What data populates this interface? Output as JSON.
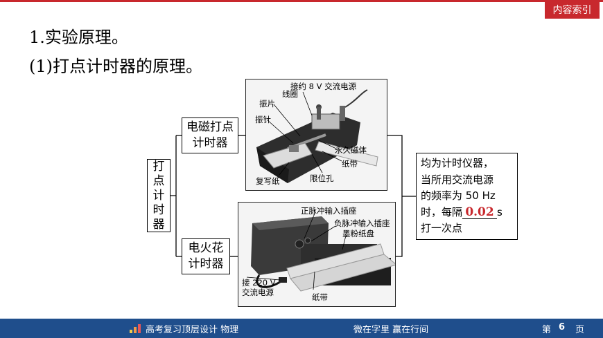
{
  "header": {
    "index_label": "内容索引"
  },
  "titles": {
    "principle": "1.实验原理。",
    "sub": "(1)打点计时器的原理。"
  },
  "tree": {
    "root": [
      "打",
      "点",
      "计",
      "时",
      "器"
    ],
    "branch1": {
      "line1": "电磁打点",
      "line2": "计时器"
    },
    "branch2": {
      "line1": "电火花",
      "line2": "计时器"
    }
  },
  "note": {
    "line1": "均为计时仪器，",
    "line2": "当所用交流电源",
    "line3": "的频率为 50  Hz",
    "line4_pre": "时，每隔",
    "answer": "0.02",
    "line4_post": "s",
    "line5": "打一次点"
  },
  "photo1": {
    "labels": {
      "power": "接约 8 V 交流电源",
      "coil": "线圈",
      "reed": "振片",
      "needle": "振针",
      "magnet": "永久磁体",
      "tape": "纸带",
      "carbon": "复写纸",
      "hole": "限位孔"
    }
  },
  "photo2": {
    "labels": {
      "pos": "正脉冲输入插座",
      "neg": "负脉冲输入插座",
      "ink": "墨粉纸盘",
      "power1": "接 220 V",
      "power2": "交流电源",
      "tape": "纸带"
    }
  },
  "footer": {
    "course": "高考复习顶层设计  物理",
    "motto": "微在字里   赢在行间",
    "page_pre": "第",
    "page_num": "6",
    "page_post": "页"
  },
  "colors": {
    "accent": "#c8282d",
    "footer": "#1f4e8c"
  }
}
